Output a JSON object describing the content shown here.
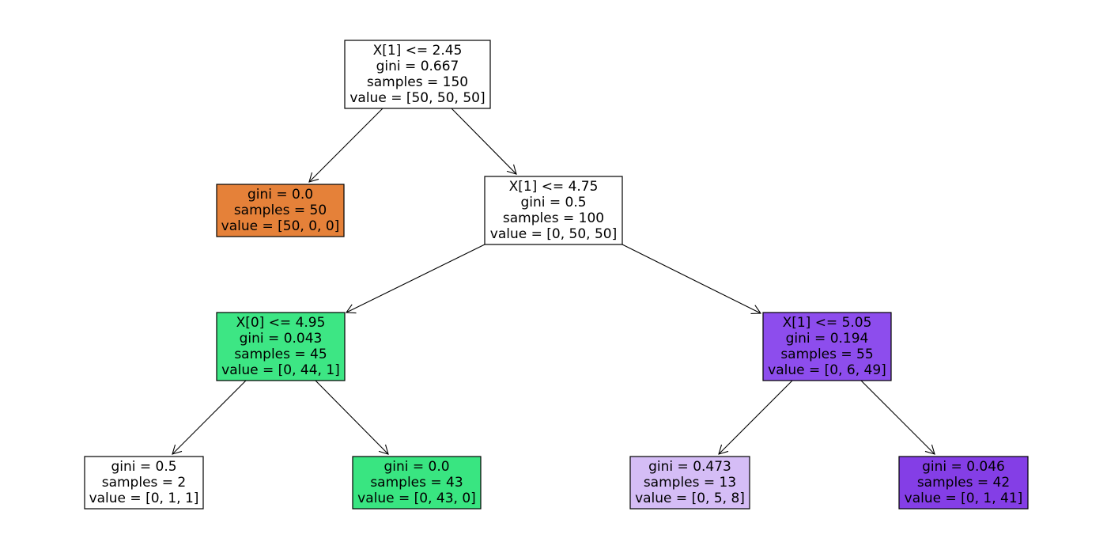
{
  "nodes": {
    "root": {
      "fill": "#ffffff",
      "lines": [
        "X[1] <= 2.45",
        "gini = 0.667",
        "samples = 150",
        "value = [50, 50, 50]"
      ]
    },
    "left_leaf_setosa": {
      "fill": "#e58139",
      "lines": [
        "gini = 0.0",
        "samples = 50",
        "value = [50, 0, 0]"
      ]
    },
    "right_split": {
      "fill": "#ffffff",
      "lines": [
        "X[1] <= 4.75",
        "gini = 0.5",
        "samples = 100",
        "value = [0, 50, 50]"
      ]
    },
    "versicolor_split": {
      "fill": "#3de684",
      "lines": [
        "X[0] <= 4.95",
        "gini = 0.043",
        "samples = 45",
        "value = [0, 44, 1]"
      ]
    },
    "virginica_split": {
      "fill": "#8d4ded",
      "lines": [
        "X[1] <= 5.05",
        "gini = 0.194",
        "samples = 55",
        "value = [0, 6, 49]"
      ]
    },
    "leaf_mixed_small": {
      "fill": "#ffffff",
      "lines": [
        "gini = 0.5",
        "samples = 2",
        "value = [0, 1, 1]"
      ]
    },
    "leaf_versicolor_pure": {
      "fill": "#39e581",
      "lines": [
        "gini = 0.0",
        "samples = 43",
        "value = [0, 43, 0]"
      ]
    },
    "leaf_light_purple": {
      "fill": "#d5bdf6",
      "lines": [
        "gini = 0.473",
        "samples = 13",
        "value = [0, 5, 8]"
      ]
    },
    "leaf_virginica": {
      "fill": "#843ee6",
      "lines": [
        "gini = 0.046",
        "samples = 42",
        "value = [0, 1, 41]"
      ]
    }
  }
}
